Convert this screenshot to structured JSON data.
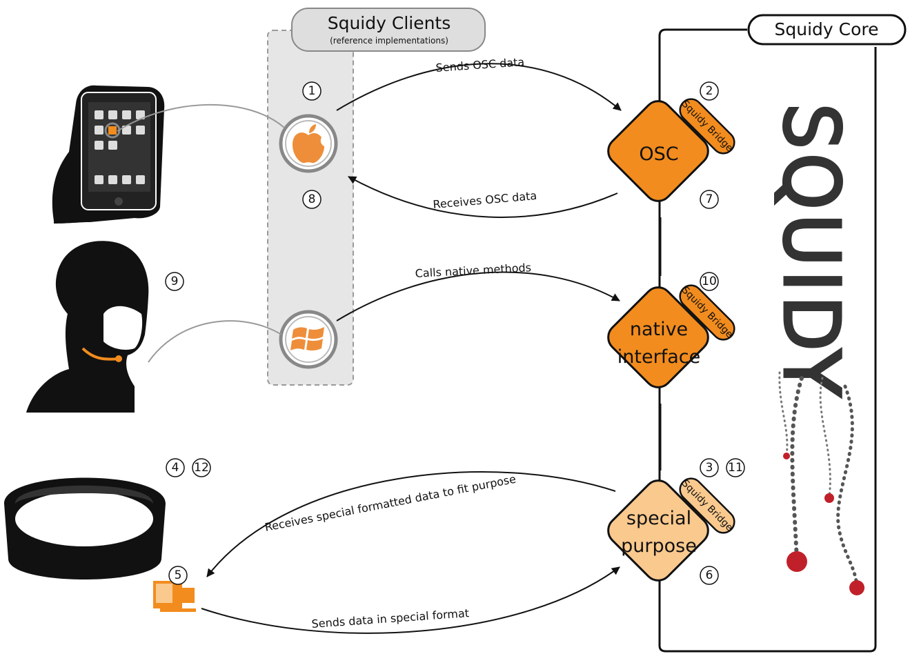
{
  "clients": {
    "title": "Squidy Clients",
    "subtitle": "(reference implementations)"
  },
  "core": {
    "title": "Squidy Core",
    "watermark": "SQUIDY"
  },
  "bridge_label": "Squidy Bridge",
  "nodes": {
    "osc": {
      "label": "OSC",
      "color": "#F28C1E"
    },
    "native": {
      "line1": "native",
      "line2": "interface",
      "color": "#F28C1E"
    },
    "special": {
      "line1": "special",
      "line2": "purpose",
      "color": "#FAC98E"
    }
  },
  "arrows": {
    "sends_osc": "Sends OSC data",
    "receives_osc": "Receives OSC data",
    "calls_native": "Calls native methods",
    "receives_special": "Receives special formatted data to fit purpose",
    "sends_special": "Sends data in special format"
  },
  "steps": {
    "s1": "1",
    "s2": "2",
    "s7": "7",
    "s8": "8",
    "s9": "9",
    "s10": "10",
    "s3": "3",
    "s11": "11",
    "s4": "4",
    "s12": "12",
    "s5": "5",
    "s6": "6"
  },
  "icons": {
    "apple": "apple-icon",
    "windows": "windows-icon",
    "computer": "computer-icon",
    "phone": "phone-in-hand-icon",
    "person": "person-with-headset-icon",
    "band": "armband-icon"
  },
  "colors": {
    "accent": "#F28C1E",
    "accent_light": "#FAC98E",
    "clients_panel": "#E6E6E6",
    "dot_red": "#C0202A"
  }
}
